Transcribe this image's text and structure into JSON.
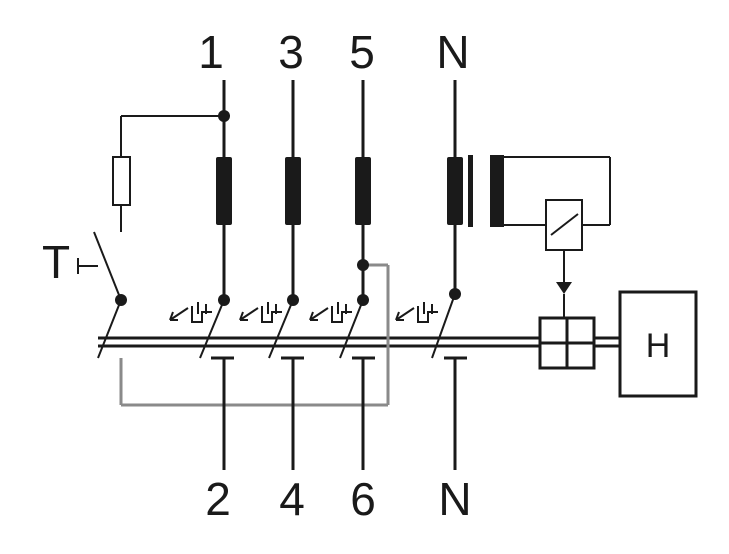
{
  "terminals_top": [
    "1",
    "3",
    "5",
    "N"
  ],
  "terminals_bottom": [
    "2",
    "4",
    "6",
    "N"
  ],
  "test_button_label": "T",
  "release_box_label": "H"
}
